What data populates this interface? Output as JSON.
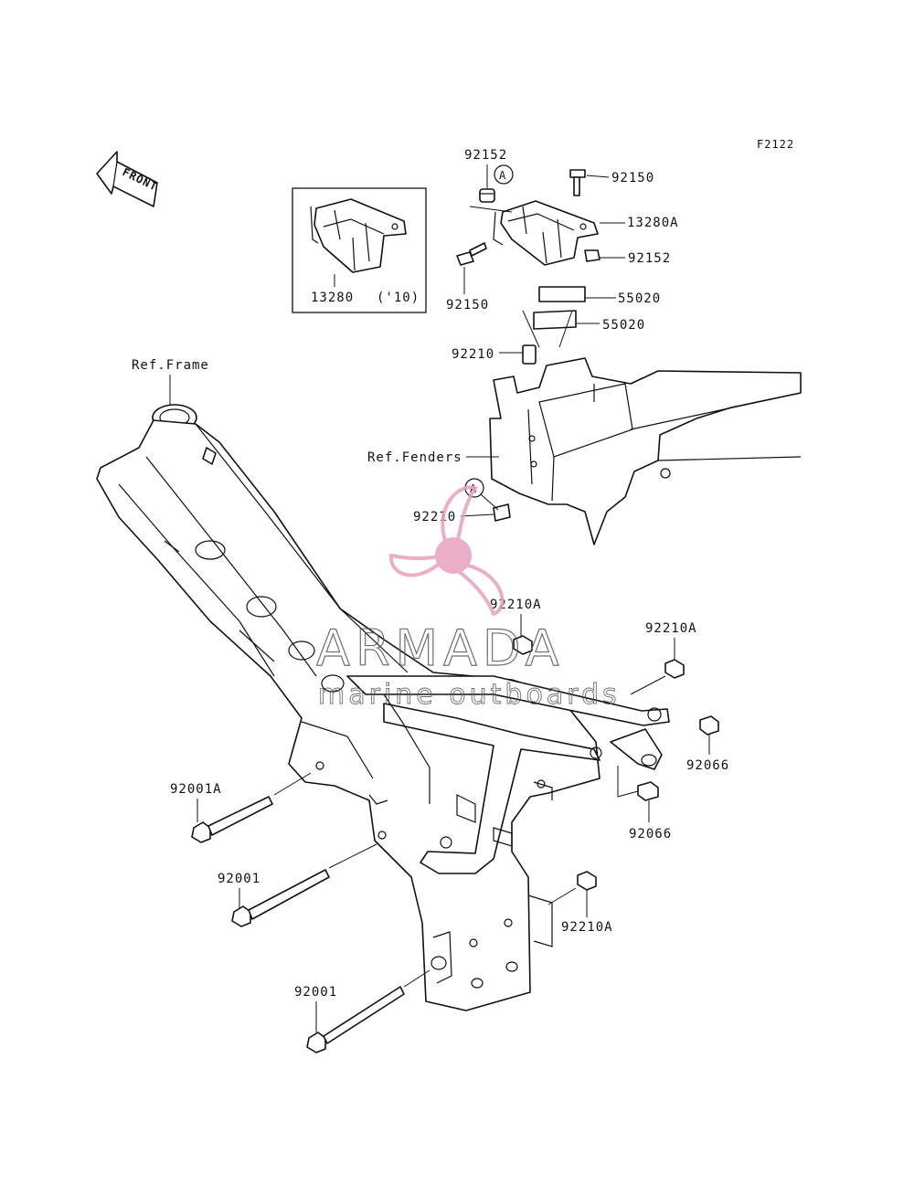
{
  "figure_code": "F2122",
  "front_arrow": "FRONT",
  "inset": {
    "part_number": "13280",
    "year_note": "('10)"
  },
  "ref_labels": {
    "frame": "Ref.Frame",
    "fenders": "Ref.Fenders"
  },
  "callout_marker": "A",
  "parts": {
    "p92152_top": "92152",
    "p92150_top": "92150",
    "p13280A": "13280A",
    "p92152_right": "92152",
    "p92150_left": "92150",
    "p55020_a": "55020",
    "p55020_b": "55020",
    "p92210_top": "92210",
    "p92210_low": "92210",
    "p92210A_mid": "92210A",
    "p92210A_right": "92210A",
    "p92066_right": "92066",
    "p92066_low": "92066",
    "p92001A": "92001A",
    "p92001_mid": "92001",
    "p92210A_low": "92210A",
    "p92001_low": "92001"
  },
  "watermark": {
    "brand": "ARMADA",
    "tagline": "marine outboards",
    "color": "#e8a0c0"
  }
}
